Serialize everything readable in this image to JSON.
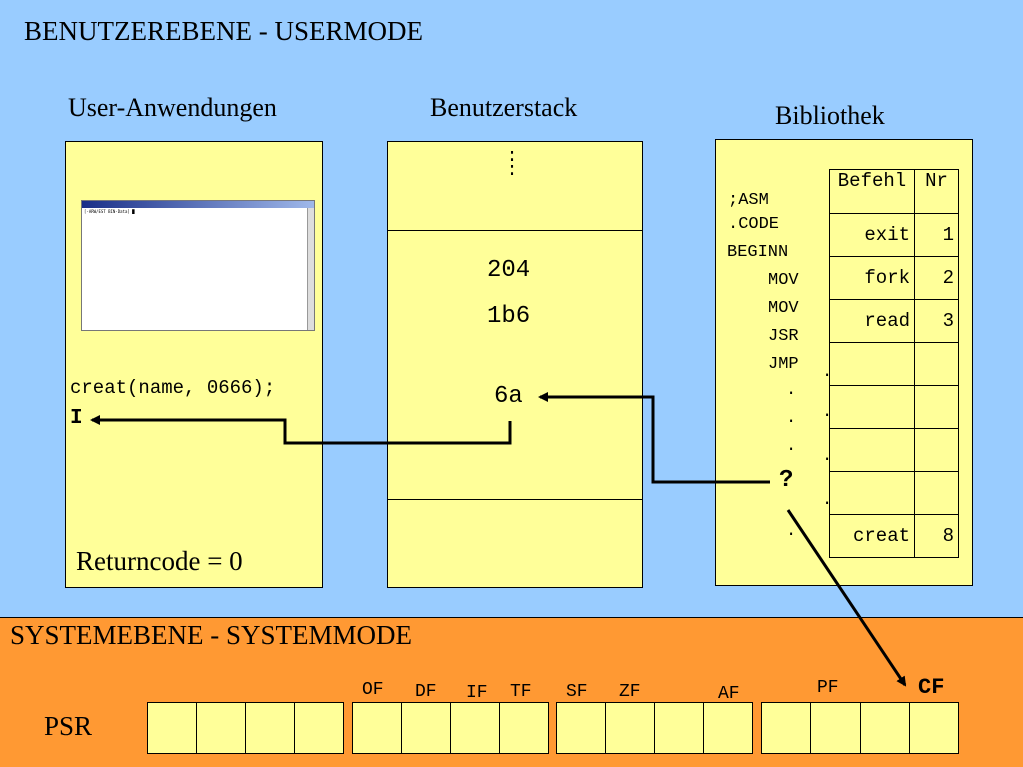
{
  "user_level": {
    "title": "BENUTZEREBENE - USERMODE",
    "apps": {
      "heading": "User-Anwendungen",
      "shell_title": "UNIX Shell",
      "shell_prompt": "[-ARW/EST BIN-Data] █",
      "call": "creat(name, 0666);",
      "cursor": "I",
      "returncode": "Returncode = 0"
    },
    "stack": {
      "heading": "Benutzerstack",
      "dots": ":\n:",
      "values": [
        "204",
        "1b6"
      ],
      "return_addr": "6a"
    },
    "library": {
      "heading": "Bibliothek",
      "code_lines": [
        ";ASM",
        ".CODE",
        "BEGINN",
        "MOV",
        "MOV",
        "JSR",
        "JMP"
      ],
      "dots_col1": [
        ".",
        ".",
        "."
      ],
      "question": "?",
      "dot_final": ".",
      "dots_col2": [
        ".",
        ".",
        ".",
        ".",
        "."
      ],
      "table": {
        "headers": [
          "Befehl",
          "Nr"
        ],
        "rows": [
          {
            "cmd": "exit",
            "nr": "1"
          },
          {
            "cmd": "fork",
            "nr": "2"
          },
          {
            "cmd": "read",
            "nr": "3"
          },
          {
            "cmd": "",
            "nr": ""
          },
          {
            "cmd": "",
            "nr": ""
          },
          {
            "cmd": "",
            "nr": ""
          },
          {
            "cmd": "",
            "nr": ""
          },
          {
            "cmd": "creat",
            "nr": "8"
          }
        ]
      }
    }
  },
  "system_level": {
    "title": "SYSTEMEBENE - SYSTEMMODE",
    "psr_label": "PSR",
    "flags": [
      "OF",
      "DF",
      "IF",
      "TF",
      "SF",
      "ZF",
      "AF",
      "PF",
      "CF"
    ]
  },
  "colors": {
    "background": "#99ccff",
    "panel": "#ffff99",
    "system": "#ff9933"
  }
}
